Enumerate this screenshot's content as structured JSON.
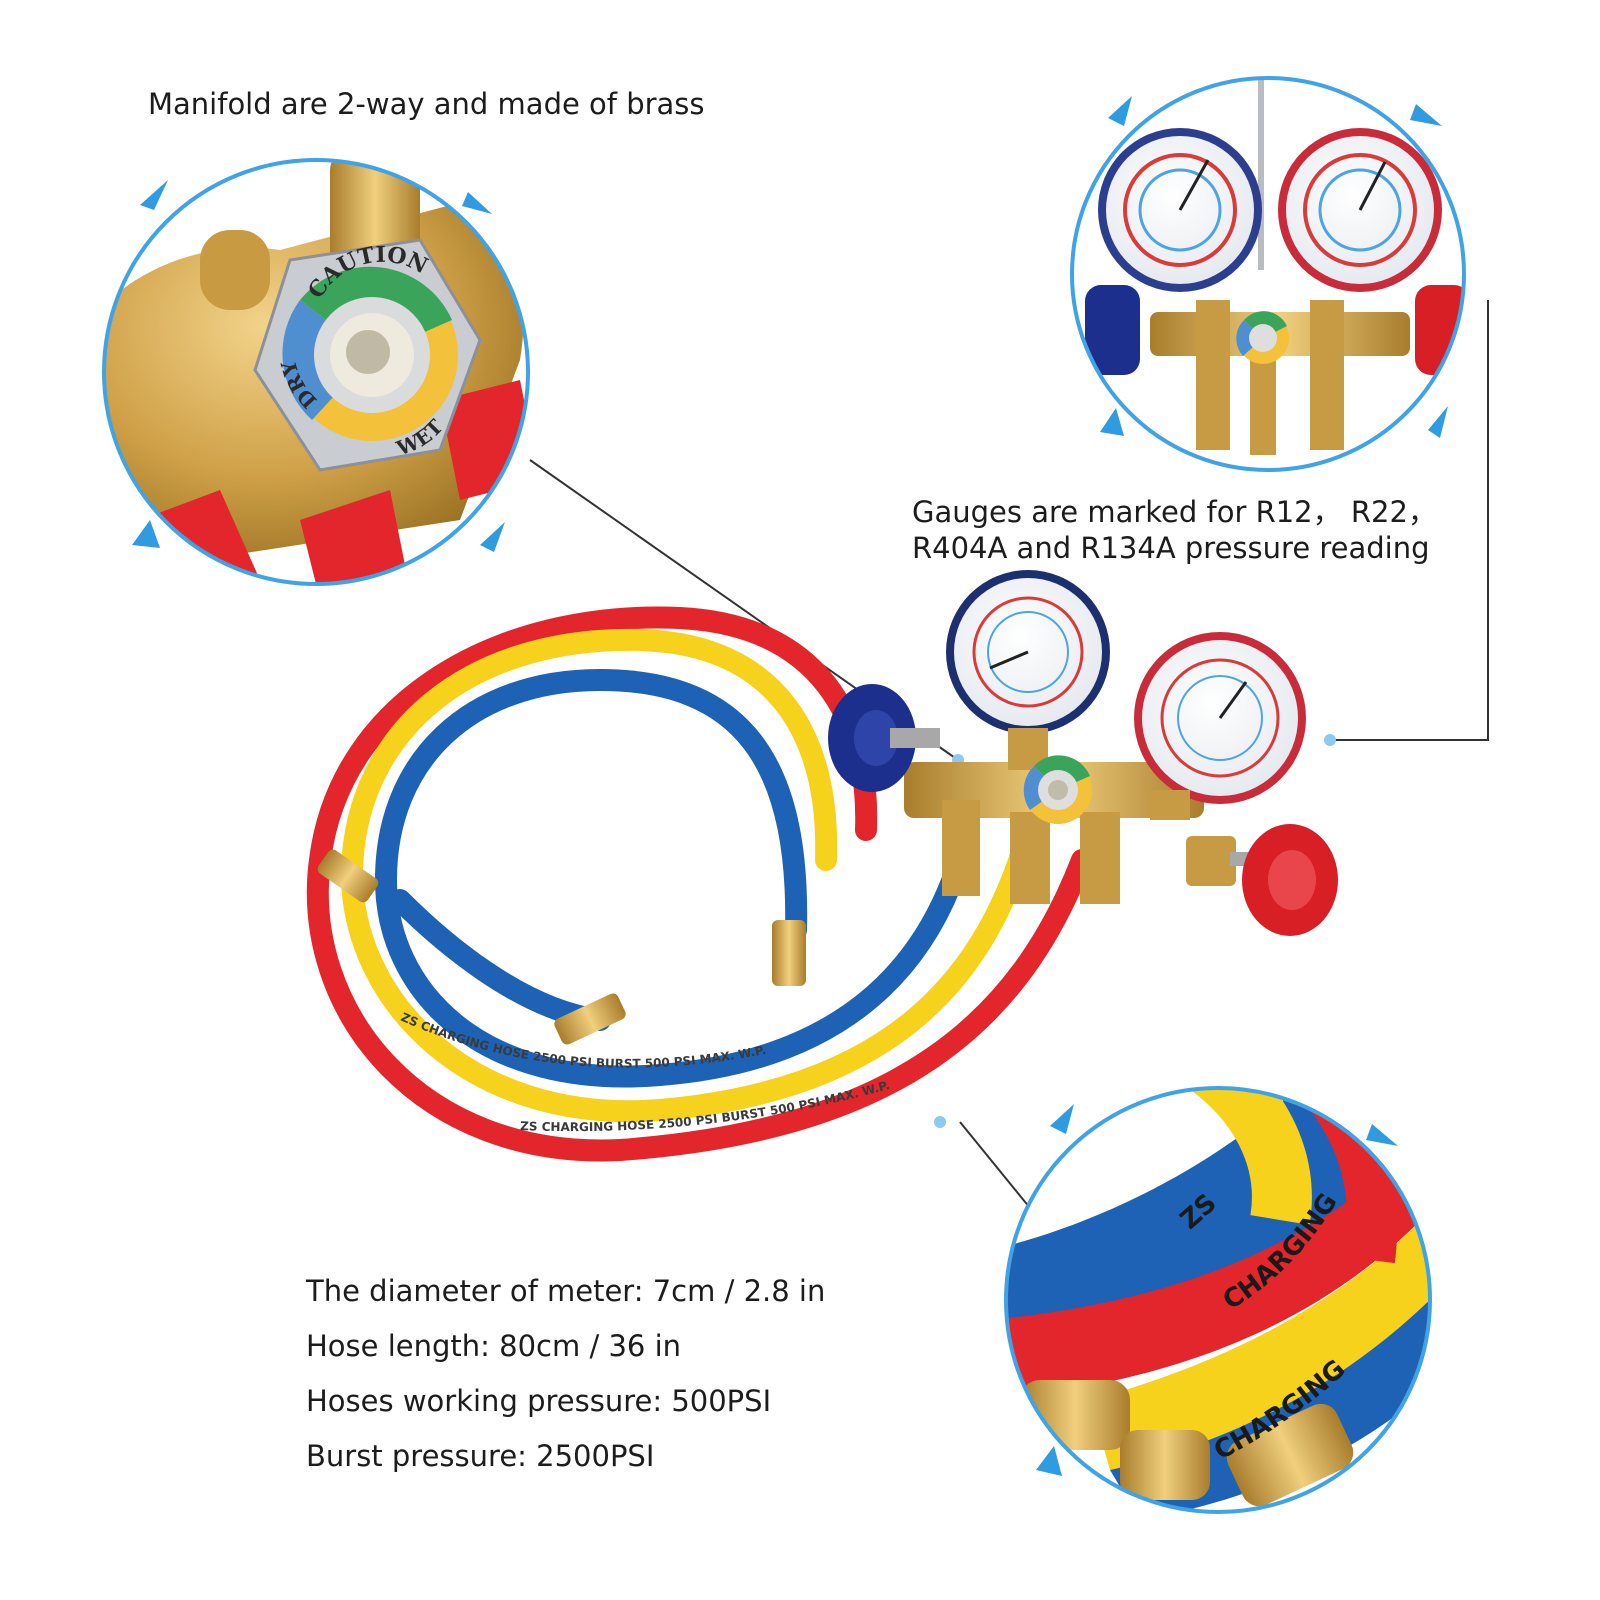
{
  "captions": {
    "manifold": "Manifold are 2-way and made of brass",
    "gauges_line1": "Gauges are marked for R12，  R22，",
    "gauges_line2": "R404A and R134A pressure reading"
  },
  "specs": [
    "The diameter of meter: 7cm / 2.8 in",
    "Hose length: 80cm / 36 in",
    "Hoses working pressure: 500PSI",
    "Burst pressure: 2500PSI"
  ],
  "sight_glass": {
    "caution": "CAUTION",
    "dry": "DRY",
    "wet": "WET"
  },
  "hose_print": {
    "brand": "ZS",
    "word": "CHARGING",
    "long": "ZS CHARGING HOSE 2500 PSI BURST 500 PSI MAX. W.P."
  },
  "colors": {
    "accent_blue": "#2f9be0",
    "hose_red": "#e3262b",
    "hose_yellow": "#f6d21d",
    "hose_blue": "#1d62b5",
    "brass": "#d6a94c",
    "knob_blue": "#1c2f8c",
    "knob_red": "#d81f26"
  }
}
